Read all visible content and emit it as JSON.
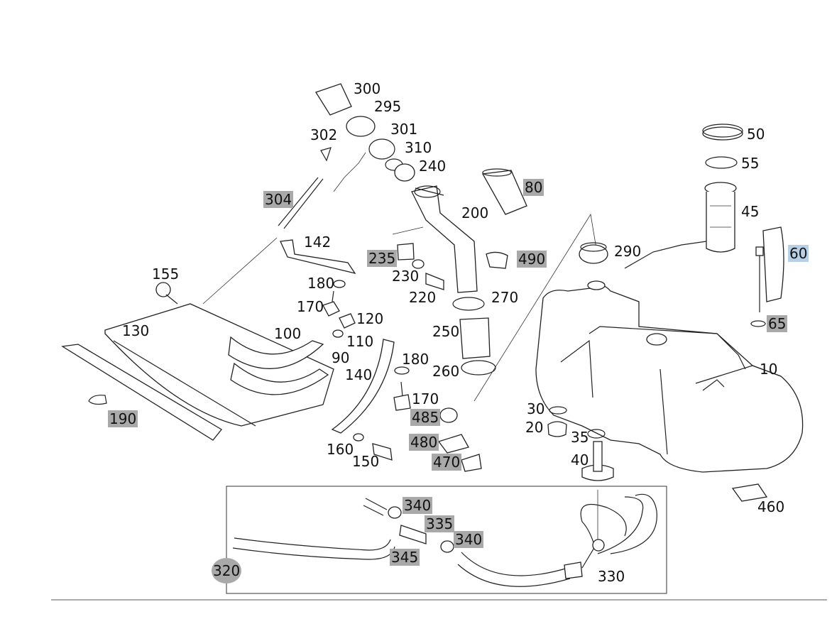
{
  "accent_highlight": "#a9a9a9",
  "accent_selected": "#b8cfe8",
  "labels": {
    "l10": "10",
    "l20": "20",
    "l30": "30",
    "l35": "35",
    "l40": "40",
    "l45": "45",
    "l50": "50",
    "l55": "55",
    "l60": "60",
    "l65": "65",
    "l80": "80",
    "l90": "90",
    "l100": "100",
    "l110": "110",
    "l120": "120",
    "l130": "130",
    "l140": "140",
    "l142": "142",
    "l150": "150",
    "l155": "155",
    "l160": "160",
    "l170a": "170",
    "l170b": "170",
    "l180a": "180",
    "l180b": "180",
    "l190": "190",
    "l200": "200",
    "l220": "220",
    "l230": "230",
    "l235": "235",
    "l240": "240",
    "l250": "250",
    "l260": "260",
    "l270": "270",
    "l290": "290",
    "l295": "295",
    "l300": "300",
    "l301": "301",
    "l302": "302",
    "l304": "304",
    "l310": "310",
    "l320": "320",
    "l330": "330",
    "l335": "335",
    "l340a": "340",
    "l340b": "340",
    "l345": "345",
    "l460": "460",
    "l470": "470",
    "l480": "480",
    "l485": "485",
    "l490": "490"
  }
}
